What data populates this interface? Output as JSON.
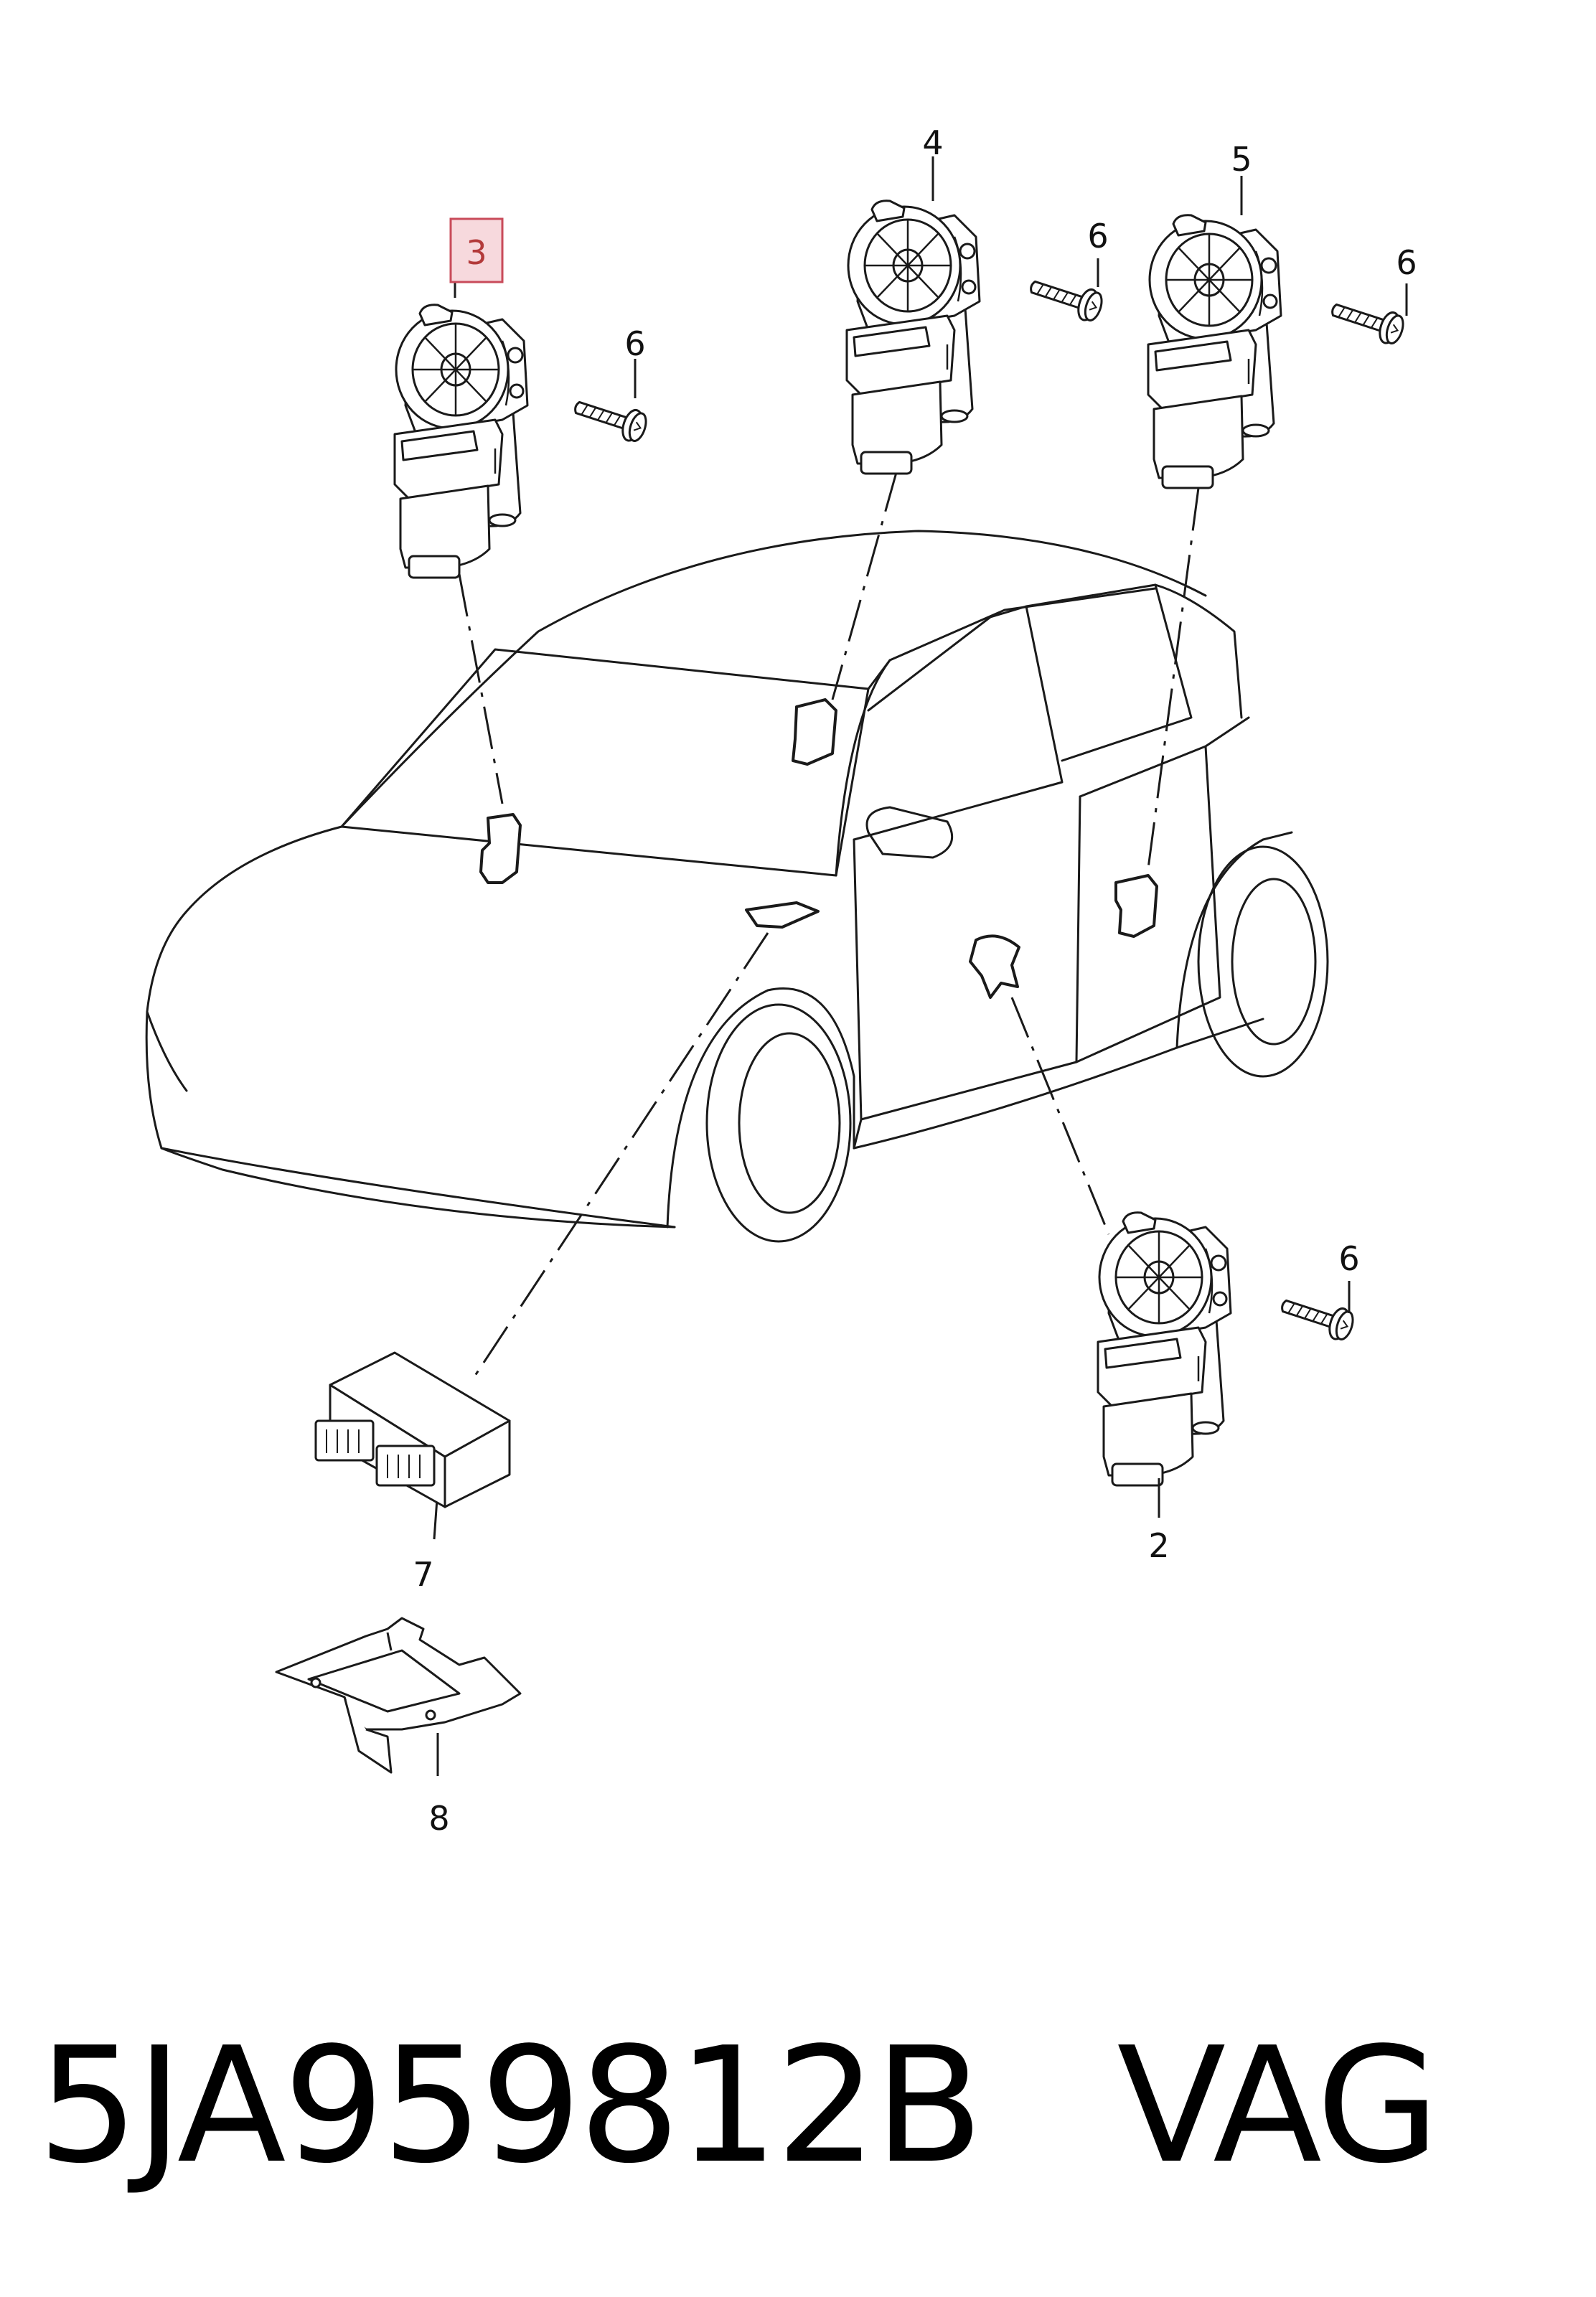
{
  "callouts": {
    "c2": "2",
    "c3": "3",
    "c4": "4",
    "c5": "5",
    "c6_a": "6",
    "c6_b": "6",
    "c6_c": "6",
    "c6_d": "6",
    "c7": "7",
    "c8": "8"
  },
  "highlighted_callout": "3",
  "caption": {
    "part_number": "5JA959812B",
    "brand": "VAG"
  },
  "colors": {
    "line": "#1a1a1a",
    "highlight_fill": "#f7d9dd",
    "highlight_border": "#c94b5a"
  }
}
